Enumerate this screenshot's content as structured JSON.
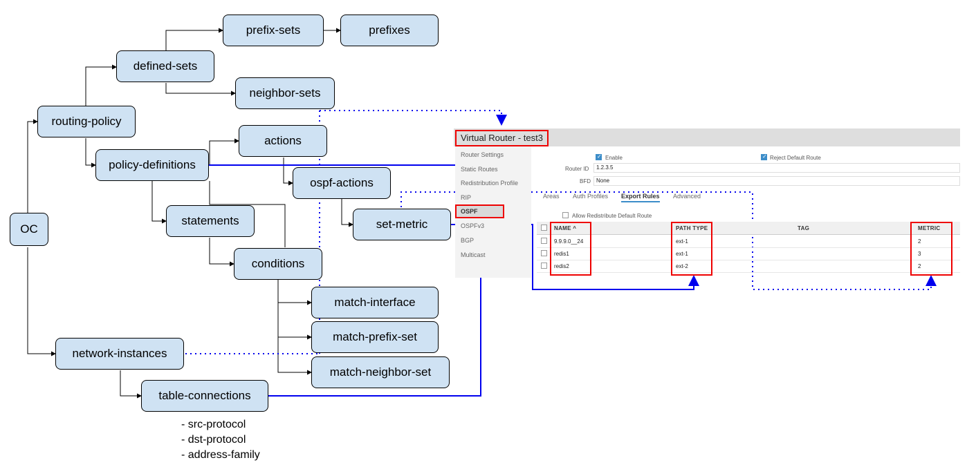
{
  "nodes": {
    "oc": "OC",
    "routing_policy": "routing-policy",
    "defined_sets": "defined-sets",
    "prefix_sets": "prefix-sets",
    "prefixes": "prefixes",
    "neighbor_sets": "neighbor-sets",
    "policy_definitions": "policy-definitions",
    "actions": "actions",
    "ospf_actions": "ospf-actions",
    "set_metric": "set-metric",
    "statements": "statements",
    "conditions": "conditions",
    "match_interface": "match-interface",
    "match_prefix_set": "match-prefix-set",
    "match_neighbor_set": "match-neighbor-set",
    "network_instances": "network-instances",
    "table_connections": "table-connections"
  },
  "table_connections_notes": [
    "- src-protocol",
    "- dst-protocol",
    "- address-family"
  ],
  "screenshot": {
    "title": "Virtual Router - test3",
    "nav": [
      "Router Settings",
      "Static Routes",
      "Redistribution Profile",
      "RIP",
      "OSPF",
      "OSPFv3",
      "BGP",
      "Multicast"
    ],
    "enable_label": "Enable",
    "reject_default_label": "Reject Default Route",
    "router_id_label": "Router ID",
    "router_id_value": "1.2.3.5",
    "bfd_label": "BFD",
    "bfd_value": "None",
    "tabs": [
      "Areas",
      "Auth Profiles",
      "Export Rules",
      "Advanced"
    ],
    "allow_redistribute_label": "Allow Redistribute Default Route",
    "columns": [
      "NAME ^",
      "PATH TYPE",
      "TAG",
      "METRIC"
    ],
    "rows": [
      {
        "name": "9.9.9.0__24",
        "path_type": "ext-1",
        "tag": "",
        "metric": "2"
      },
      {
        "name": "redis1",
        "path_type": "ext-1",
        "tag": "",
        "metric": "3"
      },
      {
        "name": "redis2",
        "path_type": "ext-2",
        "tag": "",
        "metric": "2"
      }
    ]
  },
  "colors": {
    "node_fill": "#cfe2f3",
    "mapping_line": "#0000ee",
    "highlight_box": "#ee0000"
  }
}
